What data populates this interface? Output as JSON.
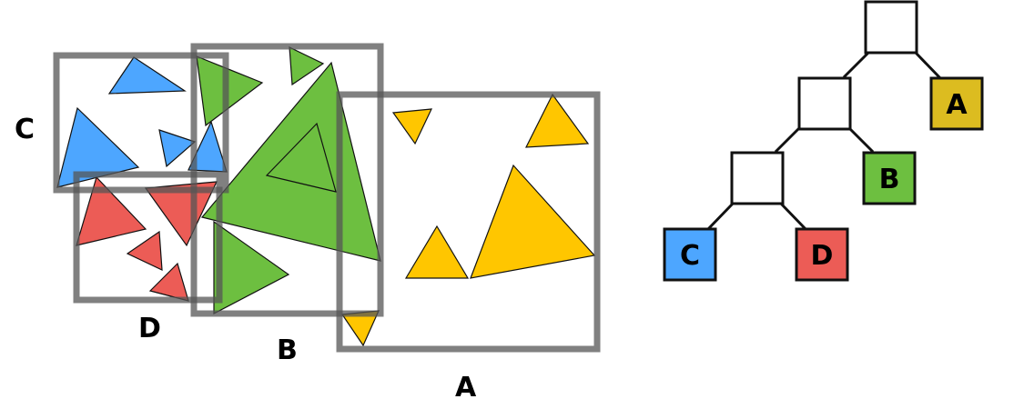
{
  "colors": {
    "A": "#ffc600",
    "B": "#6dbf40",
    "C": "#4da6ff",
    "D": "#ec5c56",
    "tree_A": "#dcbc20",
    "box_stroke": "#555555",
    "edge": "#000000"
  },
  "box_labels": {
    "A": "A",
    "B": "B",
    "C": "C",
    "D": "D"
  },
  "tree": {
    "root": "",
    "internal_1": "",
    "internal_2": "",
    "leaves": {
      "A": "A",
      "B": "B",
      "C": "C",
      "D": "D"
    }
  }
}
